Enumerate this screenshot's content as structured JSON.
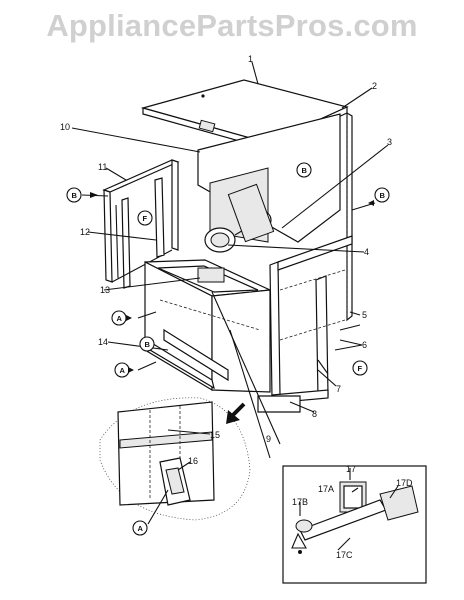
{
  "watermark": "AppliancePartsPros.com",
  "callouts": [
    "1",
    "2",
    "3",
    "4",
    "5",
    "6",
    "7",
    "8",
    "9",
    "10",
    "11",
    "12",
    "13",
    "14",
    "15",
    "16",
    "17",
    "17A",
    "17B",
    "17C",
    "17D"
  ],
  "markers": {
    "A": "A",
    "B": "B",
    "F": "F"
  },
  "colors": {
    "ink": "#111111",
    "watermark": "#d0d0d0",
    "background": "#ffffff"
  }
}
